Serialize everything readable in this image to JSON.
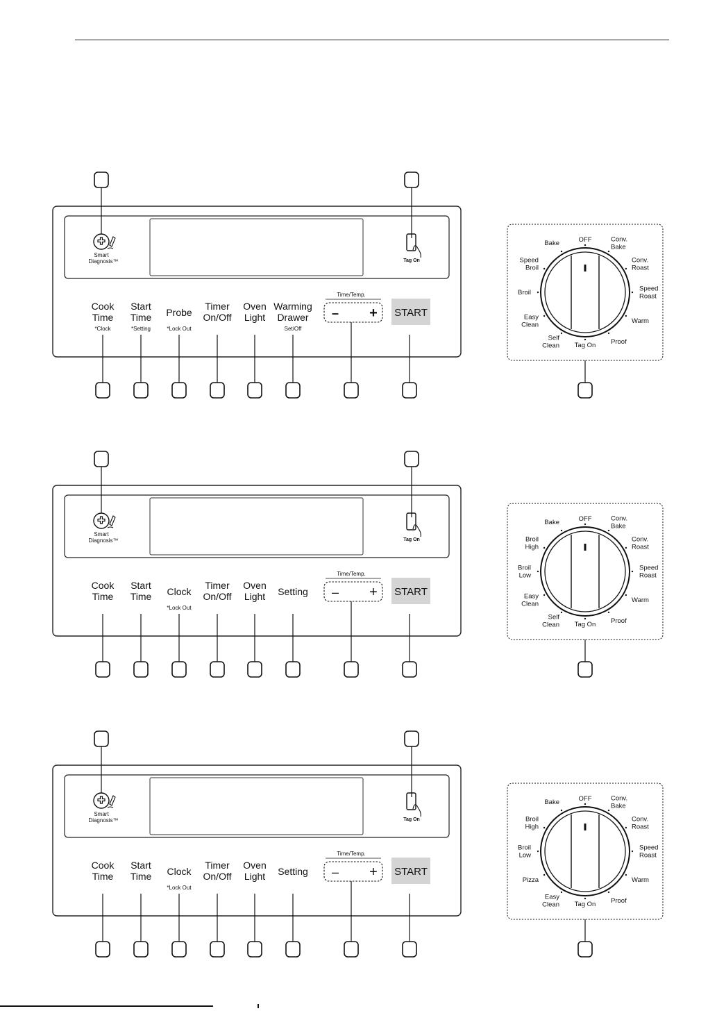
{
  "panels": [
    {
      "smart_diagnosis": {
        "line1": "Smart",
        "line2": "Diagnosis™"
      },
      "tag_on": "Tag On",
      "buttons": [
        {
          "main": [
            "Cook",
            "Time"
          ],
          "sub": "*Clock"
        },
        {
          "main": [
            "Start",
            "Time"
          ],
          "sub": "*Setting"
        },
        {
          "main": [
            "Probe"
          ],
          "sub": "*Lock Out"
        },
        {
          "main": [
            "Timer",
            "On/Off"
          ],
          "sub": ""
        },
        {
          "main": [
            "Oven",
            "Light"
          ],
          "sub": ""
        },
        {
          "main": [
            "Warming",
            "Drawer"
          ],
          "sub": "Set/Off"
        }
      ],
      "time_temp": {
        "label": "Time/Temp.",
        "minus": "–",
        "plus": "+",
        "bold": true
      },
      "start": "START",
      "dial": {
        "modes": [
          {
            "label": [
              "OFF"
            ],
            "deg": 0
          },
          {
            "label": [
              "Conv.",
              "Bake"
            ],
            "deg": 30
          },
          {
            "label": [
              "Conv.",
              "Roast"
            ],
            "deg": 60
          },
          {
            "label": [
              "Speed",
              "Roast"
            ],
            "deg": 90
          },
          {
            "label": [
              "Warm"
            ],
            "deg": 120
          },
          {
            "label": [
              "Proof"
            ],
            "deg": 150
          },
          {
            "label": [
              "Tag On"
            ],
            "deg": 180
          },
          {
            "label": [
              "Self",
              "Clean"
            ],
            "deg": 210
          },
          {
            "label": [
              "Easy",
              "Clean"
            ],
            "deg": 240
          },
          {
            "label": [
              "Broil"
            ],
            "deg": 270
          },
          {
            "label": [
              "Speed",
              "Broil"
            ],
            "deg": 300
          },
          {
            "label": [
              "Bake"
            ],
            "deg": 330
          }
        ]
      }
    },
    {
      "smart_diagnosis": {
        "line1": "Smart",
        "line2": "Diagnosis™"
      },
      "tag_on": "Tag On",
      "buttons": [
        {
          "main": [
            "Cook",
            "Time"
          ],
          "sub": ""
        },
        {
          "main": [
            "Start",
            "Time"
          ],
          "sub": ""
        },
        {
          "main": [
            "Clock"
          ],
          "sub": "*Lock Out"
        },
        {
          "main": [
            "Timer",
            "On/Off"
          ],
          "sub": ""
        },
        {
          "main": [
            "Oven",
            "Light"
          ],
          "sub": ""
        },
        {
          "main": [
            "Setting"
          ],
          "sub": ""
        }
      ],
      "time_temp": {
        "label": "Time/Temp.",
        "minus": "–",
        "plus": "+",
        "bold": false
      },
      "start": "START",
      "dial": {
        "modes": [
          {
            "label": [
              "OFF"
            ],
            "deg": 0
          },
          {
            "label": [
              "Conv.",
              "Bake"
            ],
            "deg": 30
          },
          {
            "label": [
              "Conv.",
              "Roast"
            ],
            "deg": 60
          },
          {
            "label": [
              "Speed",
              "Roast"
            ],
            "deg": 90
          },
          {
            "label": [
              "Warm"
            ],
            "deg": 120
          },
          {
            "label": [
              "Proof"
            ],
            "deg": 150
          },
          {
            "label": [
              "Tag On"
            ],
            "deg": 180
          },
          {
            "label": [
              "Self",
              "Clean"
            ],
            "deg": 210
          },
          {
            "label": [
              "Easy",
              "Clean"
            ],
            "deg": 240
          },
          {
            "label": [
              "Broil",
              "Low"
            ],
            "deg": 270
          },
          {
            "label": [
              "Broil",
              "High"
            ],
            "deg": 300
          },
          {
            "label": [
              "Bake"
            ],
            "deg": 330
          }
        ]
      }
    },
    {
      "smart_diagnosis": {
        "line1": "Smart",
        "line2": "Diagnosis™"
      },
      "tag_on": "Tag On",
      "buttons": [
        {
          "main": [
            "Cook",
            "Time"
          ],
          "sub": ""
        },
        {
          "main": [
            "Start",
            "Time"
          ],
          "sub": ""
        },
        {
          "main": [
            "Clock"
          ],
          "sub": "*Lock Out"
        },
        {
          "main": [
            "Timer",
            "On/Off"
          ],
          "sub": ""
        },
        {
          "main": [
            "Oven",
            "Light"
          ],
          "sub": ""
        },
        {
          "main": [
            "Setting"
          ],
          "sub": ""
        }
      ],
      "time_temp": {
        "label": "Time/Temp.",
        "minus": "–",
        "plus": "+",
        "bold": false
      },
      "start": "START",
      "dial": {
        "modes": [
          {
            "label": [
              "OFF"
            ],
            "deg": 0
          },
          {
            "label": [
              "Conv.",
              "Bake"
            ],
            "deg": 30
          },
          {
            "label": [
              "Conv.",
              "Roast"
            ],
            "deg": 60
          },
          {
            "label": [
              "Speed",
              "Roast"
            ],
            "deg": 90
          },
          {
            "label": [
              "Warm"
            ],
            "deg": 120
          },
          {
            "label": [
              "Proof"
            ],
            "deg": 150
          },
          {
            "label": [
              "Tag On"
            ],
            "deg": 180
          },
          {
            "label": [
              "Easy",
              "Clean"
            ],
            "deg": 210
          },
          {
            "label": [
              "Pizza"
            ],
            "deg": 240
          },
          {
            "label": [
              "Broil",
              "Low"
            ],
            "deg": 270
          },
          {
            "label": [
              "Broil",
              "High"
            ],
            "deg": 300
          },
          {
            "label": [
              "Bake"
            ],
            "deg": 330
          }
        ]
      }
    }
  ]
}
